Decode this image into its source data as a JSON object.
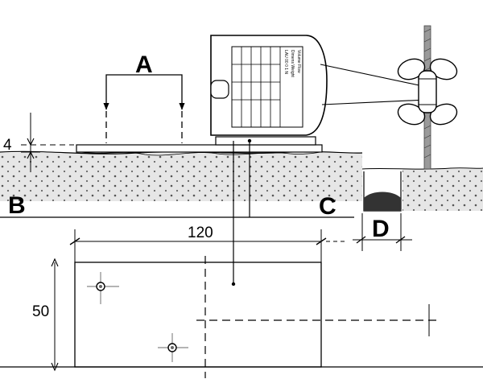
{
  "labels": {
    "a": "A",
    "b": "B",
    "c": "C",
    "d": "D"
  },
  "dimensions": {
    "width": "120",
    "depth": "50",
    "offset": "4"
  },
  "unit_plate": {
    "line1": "LAU 00 0 1 N",
    "line2": "Dimens   Weight",
    "line3": "Volume   Flow"
  },
  "icons": {
    "outdoor_unit": "air-conditioner-unit-icon",
    "fan": "wall-fan-icon"
  },
  "colors": {
    "ink": "#000000",
    "ground": "#d8d8d8",
    "gravel": "#3a3a3a"
  }
}
